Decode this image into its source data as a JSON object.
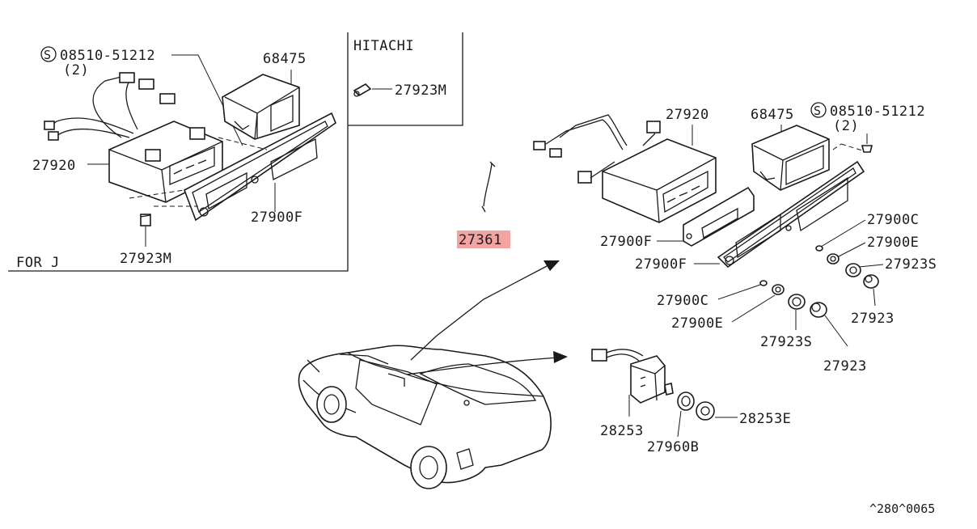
{
  "diagram": {
    "footer_code": "^280^0065",
    "inset_left": {
      "variant_label": "FOR J",
      "screw_code": "08510-51212",
      "screw_qty": "(2)",
      "parts": {
        "radio_unit": "27920",
        "speaker_box": "68475",
        "bezel": "27900F",
        "bulb": "27923M"
      }
    },
    "inset_hitachi": {
      "title": "HITACHI",
      "bulb": "27923M"
    },
    "highlighted_part": "27361",
    "main": {
      "screw_code": "08510-51212",
      "screw_qty": "(2)",
      "parts": {
        "speaker_box": "68475",
        "radio_unit": "27920",
        "bracket": "27900F",
        "bezel": "27900F",
        "knob_c_right": "27900C",
        "knob_e_right": "27900E",
        "knob_s_right": "27923S",
        "knob_right": "27923",
        "knob_c_left": "27900C",
        "knob_e_left": "27900E",
        "knob_s_left": "27923S",
        "knob_left": "27923",
        "fader": "28253",
        "washer": "28253E",
        "nut": "27960B"
      }
    }
  }
}
